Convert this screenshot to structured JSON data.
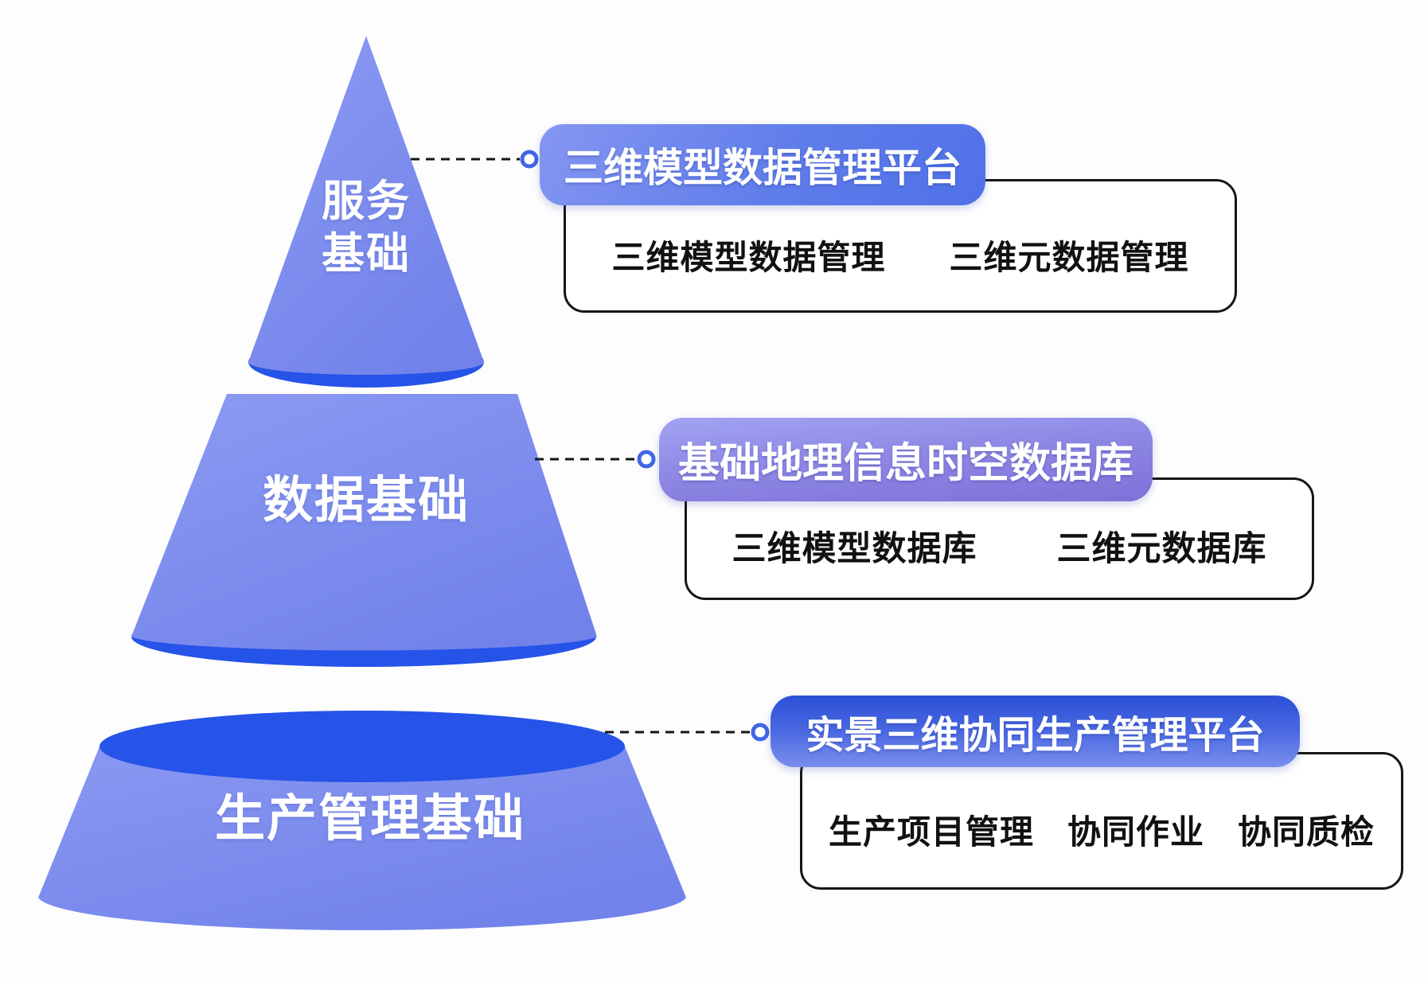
{
  "colors": {
    "background": "#fdfdfe",
    "funnel_body": "#7d8eec",
    "funnel_body_light": "#8d9bf2",
    "funnel_ellipse": "#2653e8",
    "badge_blue": "#5f7dea",
    "badge_purple": "#8e89e4",
    "badge_deep_blue": "#2c50d6",
    "connector_line": "#151515",
    "node_ring": "#4166e6",
    "box_border": "#161616",
    "box_text": "#111111"
  },
  "funnel": {
    "levels": [
      {
        "name": "service-foundation",
        "label": "服务基础",
        "lines": [
          "服务",
          "基础"
        ]
      },
      {
        "name": "data-foundation",
        "label": "数据基础"
      },
      {
        "name": "production-foundation",
        "label": "生产管理基础"
      }
    ]
  },
  "annotations": [
    {
      "badge": "三维模型数据管理平台",
      "items": [
        "三维模型数据管理",
        "三维元数据管理"
      ]
    },
    {
      "badge": "基础地理信息时空数据库",
      "items": [
        "三维模型数据库",
        "三维元数据库"
      ]
    },
    {
      "badge": "实景三维协同生产管理平台",
      "items": [
        "生产项目管理",
        "协同作业",
        "协同质检"
      ]
    }
  ]
}
